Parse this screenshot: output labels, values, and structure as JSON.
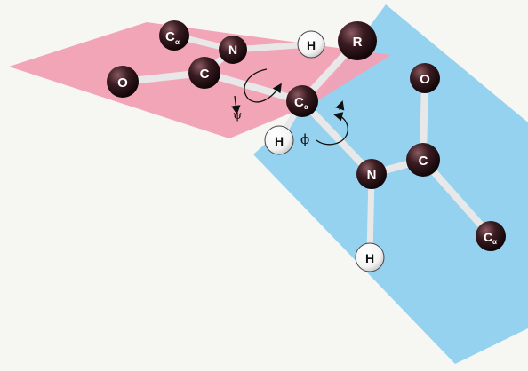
{
  "colors": {
    "page_background": "#f6f6f3",
    "peptide_plane_left": "#f2a0b4",
    "peptide_plane_right": "#8fd0ee",
    "atom_dark": "#2a1418",
    "atom_light": "#ffffff",
    "bond": "#e8e8e8"
  },
  "atoms": {
    "ca_top": {
      "main": "C",
      "sub": "α"
    },
    "n_top": {
      "main": "N",
      "sub": ""
    },
    "h_top": {
      "main": "H",
      "sub": ""
    },
    "r_group": {
      "main": "R",
      "sub": ""
    },
    "o_left": {
      "main": "O",
      "sub": ""
    },
    "c_left": {
      "main": "C",
      "sub": ""
    },
    "ca_center": {
      "main": "C",
      "sub": "α"
    },
    "h_center": {
      "main": "H",
      "sub": ""
    },
    "o_right": {
      "main": "O",
      "sub": ""
    },
    "c_right": {
      "main": "C",
      "sub": ""
    },
    "n_right": {
      "main": "N",
      "sub": ""
    },
    "ca_bottom": {
      "main": "C",
      "sub": "α"
    },
    "h_bottom": {
      "main": "H",
      "sub": ""
    }
  },
  "angles": {
    "psi": "ψ",
    "phi": "ϕ"
  }
}
